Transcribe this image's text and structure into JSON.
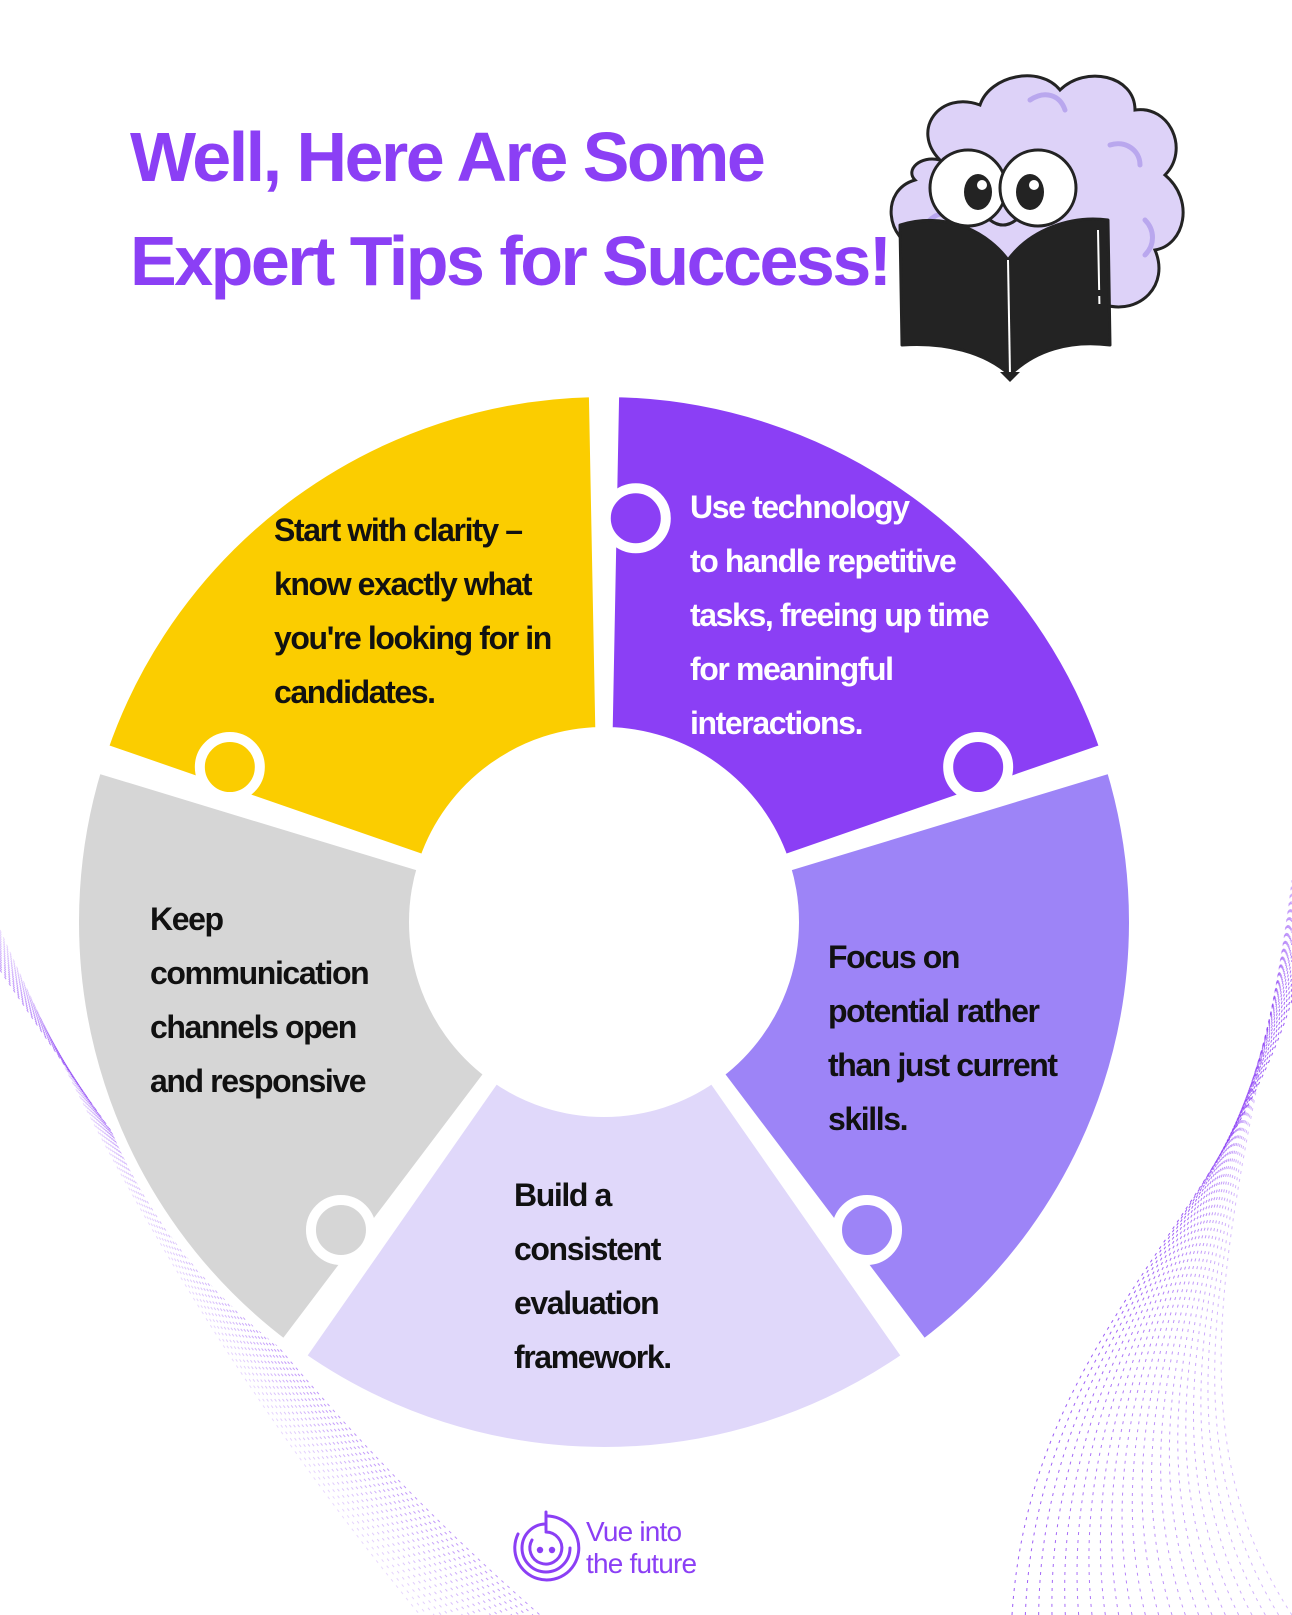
{
  "title": {
    "line1": "Well, Here Are Some",
    "line2": "Expert Tips for Success!"
  },
  "tips": [
    {
      "lines": [
        "Start with clarity –",
        "know exactly what",
        "you're looking for in",
        "candidates."
      ]
    },
    {
      "lines": [
        "Use technology",
        "to handle repetitive",
        "tasks, freeing up time",
        "for meaningful",
        "interactions."
      ]
    },
    {
      "lines": [
        "Focus on",
        "potential rather",
        "than just current",
        "skills."
      ]
    },
    {
      "lines": [
        "Build a",
        "consistent",
        "evaluation",
        "framework."
      ]
    },
    {
      "lines": [
        "Keep",
        "communication",
        "channels open",
        "and responsive"
      ]
    }
  ],
  "brand": {
    "line1": "Vue into",
    "line2": "the future"
  },
  "colors": {
    "accent": "#8b3ff5",
    "piece_yellow": "#fbcd00",
    "piece_purple": "#8b3ff5",
    "piece_medium_purple": "#9d84f7",
    "piece_lavender": "#e0d8fa",
    "piece_gray": "#d6d6d6",
    "mascot_lavender": "#ddd2f8",
    "book_black": "#232323"
  },
  "icons": {
    "mascot": "brain-mascot-reading-book-icon",
    "logo": "concentric-circles-face-logo-icon"
  }
}
